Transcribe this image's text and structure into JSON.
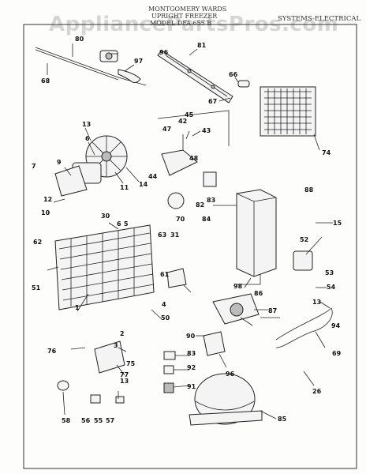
{
  "header": {
    "line1": "MONTGOMERY WARDS",
    "line2": "UPRIGHT FREEZER",
    "line3": "MODEL DFA 655 B",
    "section": "SYSTEMS-ELECTRICAL"
  },
  "watermark": "AppliancePartsPros.com",
  "callouts": {
    "c80": "80",
    "c96": "96",
    "c97": "97",
    "c68": "68",
    "c81": "81",
    "c66": "66",
    "c67": "67",
    "c74": "74",
    "c13a": "13",
    "c6a": "6",
    "c9": "9",
    "c7": "7",
    "c11": "11",
    "c14": "14",
    "c12": "12",
    "c10": "10",
    "c47": "47",
    "c42": "42",
    "c45": "45",
    "c43": "43",
    "c48": "48",
    "c44": "44",
    "c83a": "83",
    "c82a": "82",
    "c70": "70",
    "c84": "84",
    "c88": "88",
    "c15": "15",
    "c30": "30",
    "c6b": "6",
    "c5": "5",
    "c62": "62",
    "c63": "63",
    "c31": "31",
    "c51": "51",
    "c61": "61",
    "c4": "4",
    "c1": "1",
    "c50": "50",
    "c52": "52",
    "c53": "53",
    "c54": "54",
    "c98": "98",
    "c86": "86",
    "c87": "87",
    "c13b": "13",
    "c94": "94",
    "c2": "2",
    "c3": "3",
    "c76": "76",
    "c75": "75",
    "c77": "77",
    "c90": "90",
    "c96b": "96",
    "c69": "69",
    "c83b": "83",
    "c92": "92",
    "c91": "91",
    "c26": "26",
    "c85": "85",
    "c13c": "13",
    "c58": "58",
    "c56": "56",
    "c55": "55",
    "c57": "57"
  }
}
